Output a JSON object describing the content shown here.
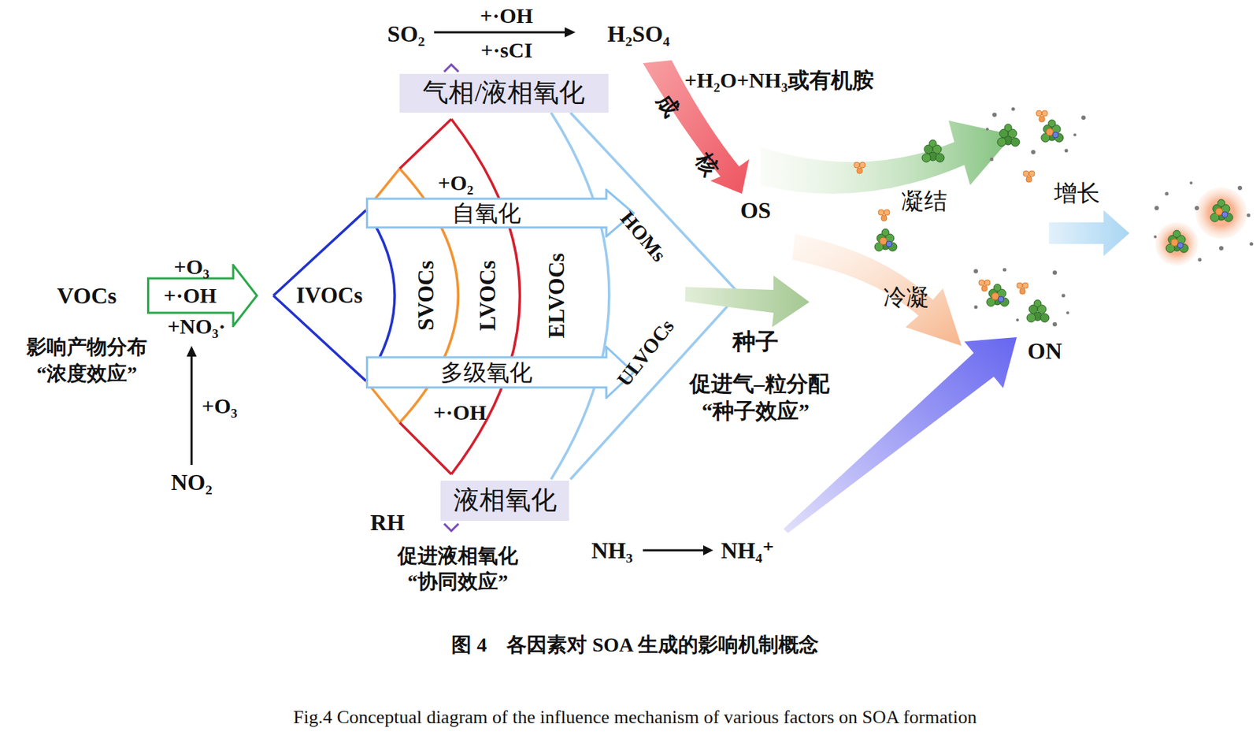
{
  "diagram": {
    "caption": "图 4　各因素对 SOA 生成的影响机制概念",
    "nodes": [
      {
        "text": [
          "气相/液相氧化"
        ]
      },
      {
        "text": [
          "+·OH"
        ]
      },
      {
        "text": [
          "自氧化"
        ]
      },
      {
        "text": [
          "多级氧化"
        ]
      },
      {
        "text": [
          "液相氧化"
        ]
      }
    ],
    "labels": [
      "SO₂",
      "+·OH",
      "+·sCI",
      "H₂SO₄",
      "+H₂O+NH₃或有机胺",
      "成核",
      "OS",
      "凝结",
      "增长",
      "冷凝",
      "ON",
      "HOMs",
      "ULVOCs",
      "种子",
      "促进气–粒分配",
      "“种子效应”",
      "VOCs",
      "+O₃",
      "+NO₃·",
      "影响产物分布",
      "“浓度效应”",
      "+O₃",
      "NO₂",
      "IVOCs",
      "SVOCs",
      "LVOCs",
      "ELVOCs",
      "+O₂",
      "+·OH",
      "RH",
      "促进液相氧化",
      "“协同效应”",
      "NH₃",
      "NH₄⁺",
      "Fig.4 Conceptual diagram of the influence mechanism of various factors on SOA formation"
    ]
  }
}
